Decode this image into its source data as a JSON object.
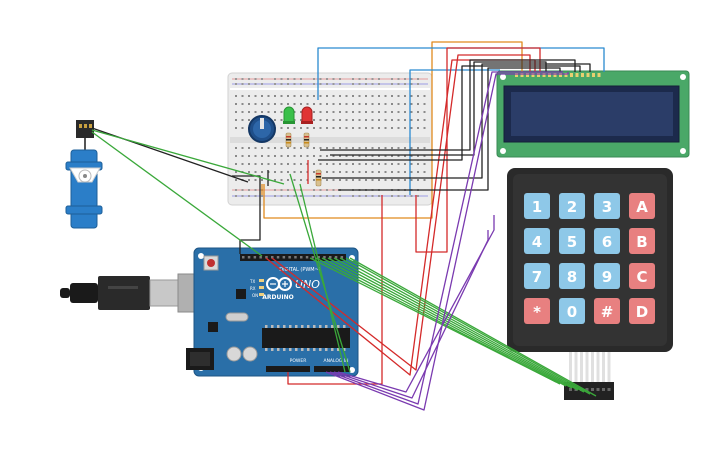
{
  "board": {
    "brand": "ARDUINO",
    "model": "UNO",
    "header_digital": "DIGITAL (PWM~)",
    "header_power": "POWER",
    "header_analog": "ANALOG IN",
    "label_tx": "TX",
    "label_rx": "RX",
    "label_on": "ON"
  },
  "keypad": {
    "keys": [
      {
        "label": "1",
        "kind": "digit"
      },
      {
        "label": "2",
        "kind": "digit"
      },
      {
        "label": "3",
        "kind": "digit"
      },
      {
        "label": "A",
        "kind": "letter"
      },
      {
        "label": "4",
        "kind": "digit"
      },
      {
        "label": "5",
        "kind": "digit"
      },
      {
        "label": "6",
        "kind": "digit"
      },
      {
        "label": "B",
        "kind": "letter"
      },
      {
        "label": "7",
        "kind": "digit"
      },
      {
        "label": "8",
        "kind": "digit"
      },
      {
        "label": "9",
        "kind": "digit"
      },
      {
        "label": "C",
        "kind": "letter"
      },
      {
        "label": "*",
        "kind": "symbol"
      },
      {
        "label": "0",
        "kind": "digit"
      },
      {
        "label": "#",
        "kind": "symbol"
      },
      {
        "label": "D",
        "kind": "letter"
      }
    ]
  },
  "colors": {
    "arduino_blue": "#2a6fa8",
    "digit_key": "#8ec8e8",
    "letter_key": "#e88080",
    "lcd_green": "#4aa868",
    "lcd_screen": "#233358",
    "wire_red": "#d42a2a",
    "wire_green": "#3aa83a",
    "wire_purple": "#7a3ab0",
    "wire_orange": "#e08a1e",
    "wire_blue": "#2a8ad0",
    "wire_black": "#222222"
  }
}
